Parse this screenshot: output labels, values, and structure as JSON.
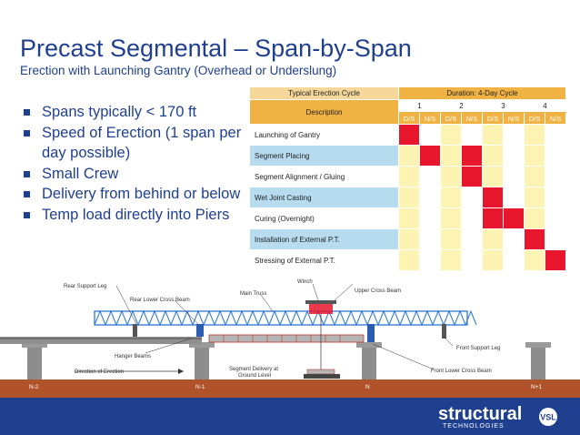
{
  "title": "Precast Segmental – Span-by-Span",
  "subtitle": "Erection with Launching Gantry (Overhead or Underslung)",
  "bullets": [
    "Spans typically < 170 ft",
    "Speed of Erection (1 span per day possible)",
    "Small Crew",
    "Delivery from behind or below",
    "Temp load directly into Piers"
  ],
  "schedule": {
    "title": "Typical Erection Cycle",
    "duration_label": "Duration: 4-Day Cycle",
    "description_header": "Description",
    "days": [
      "1",
      "2",
      "3",
      "4"
    ],
    "shift_labels": [
      "D/S",
      "N/S",
      "D/S",
      "N/S",
      "D/S",
      "N/S",
      "D/S",
      "N/S"
    ],
    "rows": [
      {
        "label": "Launching of Gantry",
        "cells": [
          1,
          0,
          0,
          0,
          0,
          0,
          0,
          0
        ]
      },
      {
        "label": "Segment Placing",
        "cells": [
          0,
          1,
          0,
          1,
          0,
          0,
          0,
          0
        ]
      },
      {
        "label": "Segment Alignment / Gluing",
        "cells": [
          0,
          0,
          0,
          1,
          0,
          0,
          0,
          0
        ]
      },
      {
        "label": "Wet Joint Casting",
        "cells": [
          0,
          0,
          0,
          0,
          1,
          0,
          0,
          0
        ]
      },
      {
        "label": "Curing (Overnight)",
        "cells": [
          0,
          0,
          0,
          0,
          1,
          1,
          0,
          0
        ]
      },
      {
        "label": "Installation of External P.T.",
        "cells": [
          0,
          0,
          0,
          0,
          0,
          0,
          1,
          0
        ]
      },
      {
        "label": "Stressing of External P.T.",
        "cells": [
          0,
          0,
          0,
          0,
          0,
          0,
          0,
          1
        ]
      }
    ]
  },
  "diagram": {
    "labels": {
      "rear_support_leg": "Rear Support Leg",
      "rear_lower_cross_beam": "Rear Lower Cross Beam",
      "main_truss": "Main Truss",
      "winch": "Winch",
      "upper_cross_beam": "Upper Cross Beam",
      "front_support_leg": "Front Support Leg",
      "hanger_beams": "Hanger Beams",
      "direction_of_erection": "Direction of Erection",
      "segment_delivery": "Segment Delivery at",
      "ground_level": "Ground Level",
      "front_lower_cross_beam": "Front Lower Cross Beam"
    },
    "piers": [
      "N-2",
      "N-1",
      "N",
      "N+1"
    ]
  },
  "logo": {
    "name": "structural",
    "sub": "TECHNOLOGIES",
    "partner": "VSL"
  },
  "colors": {
    "title": "#1f3f8f",
    "red": "#e8162c",
    "orange": "#f0b243",
    "yellow": "#fdf3b3",
    "blue_row": "#b7dcef",
    "ground": "#b0522a"
  }
}
